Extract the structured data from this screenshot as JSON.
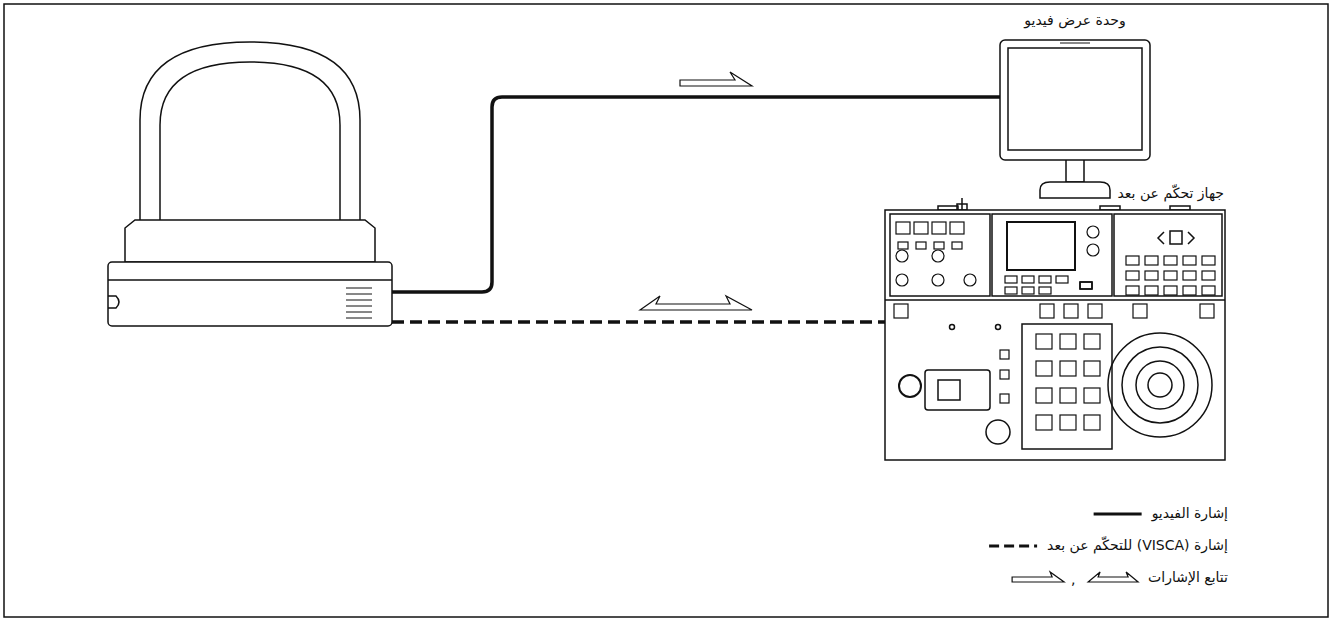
{
  "diagram": {
    "nodes": [
      {
        "text": [
          "وحدة عرض فيديو"
        ]
      },
      {
        "text": [
          "جهاز تحكّم عن بعد"
        ]
      }
    ],
    "labels": [
      ","
    ],
    "legend": [
      {
        "text": "إشارة الفيديو"
      },
      {
        "text": "إشارة (VISCA) للتحكّم عن بعد"
      },
      {
        "text": "تتابع الإشارات"
      }
    ]
  }
}
